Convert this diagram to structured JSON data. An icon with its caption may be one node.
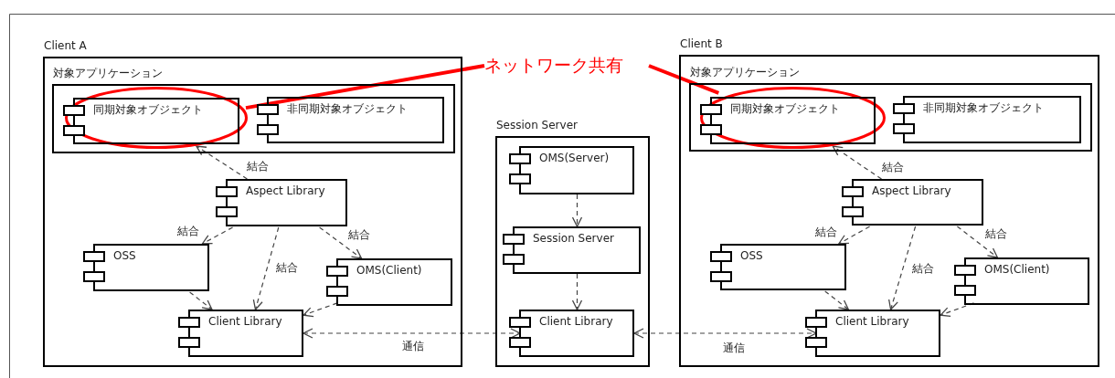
{
  "diagram": {
    "nodes": [
      {
        "text": [
          "Client A"
        ]
      },
      {
        "text": [
          "対象アプリケーション"
        ],
        "in": 0
      },
      {
        "text": [],
        "shape": "ellipse",
        "in": 1
      },
      {
        "text": [
          "同期対象オブジェクト"
        ],
        "in": 2
      },
      {
        "text": [
          "非同期対象オブジェクト"
        ],
        "in": 1
      },
      {
        "text": [
          "Aspect Library"
        ],
        "in": 0
      },
      {
        "text": [
          "OSS"
        ],
        "in": 0
      },
      {
        "text": [
          "OMS(Client)"
        ],
        "in": 0
      },
      {
        "text": [
          "Client Library"
        ],
        "in": 0
      },
      {
        "text": [
          "Session Server"
        ]
      },
      {
        "text": [
          "OMS(Server)"
        ],
        "in": 9
      },
      {
        "text": [
          "Session Server"
        ],
        "in": 9
      },
      {
        "text": [
          "Client Library"
        ],
        "in": 9
      },
      {
        "text": [
          "Client B"
        ]
      },
      {
        "text": [
          "対象アプリケーション"
        ],
        "in": 13
      },
      {
        "text": [],
        "shape": "ellipse",
        "in": 14
      },
      {
        "text": [
          "同期対象オブジェクト"
        ],
        "in": 15
      },
      {
        "text": [
          "非同期対象オブジェクト"
        ],
        "in": 14
      },
      {
        "text": [
          "Aspect Library"
        ],
        "in": 13
      },
      {
        "text": [
          "OSS"
        ],
        "in": 13
      },
      {
        "text": [
          "OMS(Client)"
        ],
        "in": 13
      },
      {
        "text": [
          "Client Library"
        ],
        "in": 13
      },
      {
        "text": [
          "ネットワーク共有"
        ]
      }
    ],
    "edges": [
      {
        "from": 5,
        "to": 3,
        "arrow": "to",
        "label": "結合",
        "style": "dashed"
      },
      {
        "from": 5,
        "to": 6,
        "arrow": "to",
        "label": "結合",
        "style": "dashed"
      },
      {
        "from": 5,
        "to": 8,
        "arrow": "to",
        "label": "結合",
        "style": "dashed"
      },
      {
        "from": 5,
        "to": 7,
        "arrow": "to",
        "label": "結合",
        "style": "dashed"
      },
      {
        "from": 6,
        "to": 8,
        "arrow": "to",
        "style": "dashed"
      },
      {
        "from": 7,
        "to": 8,
        "arrow": "to",
        "style": "dashed"
      },
      {
        "from": 10,
        "to": 11,
        "arrow": "to",
        "style": "dashed"
      },
      {
        "from": 11,
        "to": 12,
        "arrow": "to",
        "style": "dashed"
      },
      {
        "from": 8,
        "to": 12,
        "arrow": "both",
        "label": "通信",
        "style": "dashed"
      },
      {
        "from": 12,
        "to": 21,
        "arrow": "both",
        "label": "通信",
        "style": "dashed"
      },
      {
        "from": 18,
        "to": 16,
        "arrow": "to",
        "label": "結合",
        "style": "dashed"
      },
      {
        "from": 18,
        "to": 19,
        "arrow": "to",
        "label": "結合",
        "style": "dashed"
      },
      {
        "from": 18,
        "to": 21,
        "arrow": "to",
        "label": "結合",
        "style": "dashed"
      },
      {
        "from": 18,
        "to": 20,
        "arrow": "to",
        "label": "結合",
        "style": "dashed"
      },
      {
        "from": 19,
        "to": 21,
        "arrow": "to",
        "style": "dashed"
      },
      {
        "from": 20,
        "to": 21,
        "arrow": "to",
        "style": "dashed"
      },
      {
        "from": 22,
        "to": 2,
        "arrow": "none",
        "style": "thick",
        "color": "#ff0000"
      },
      {
        "from": 22,
        "to": 15,
        "arrow": "none",
        "style": "thick",
        "color": "#ff0000"
      }
    ]
  }
}
